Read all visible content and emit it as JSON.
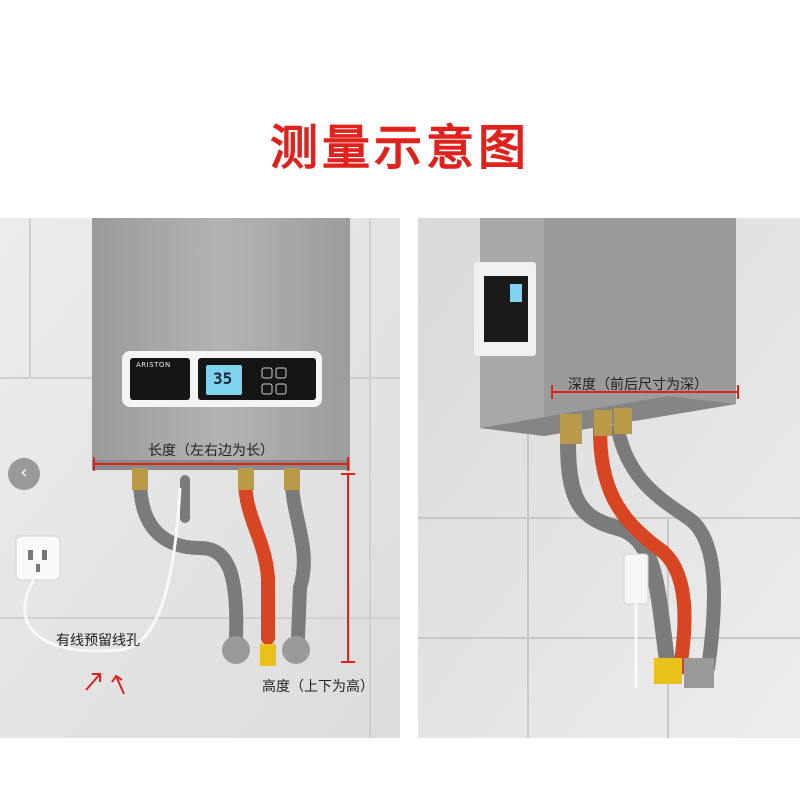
{
  "title": "测量示意图",
  "left_photo": {
    "brand": "ARISTON",
    "display_value": "35",
    "length_label": "长度（左右边为长）",
    "height_label": "高度（上下为高）",
    "wire_hole_label": "有线预留线孔"
  },
  "right_photo": {
    "depth_label": "深度（前后尺寸为深）"
  },
  "nav": {
    "prev_icon": "chevron-left-icon"
  },
  "colors": {
    "title": "#e0211c",
    "measure_line": "#e0211c"
  }
}
